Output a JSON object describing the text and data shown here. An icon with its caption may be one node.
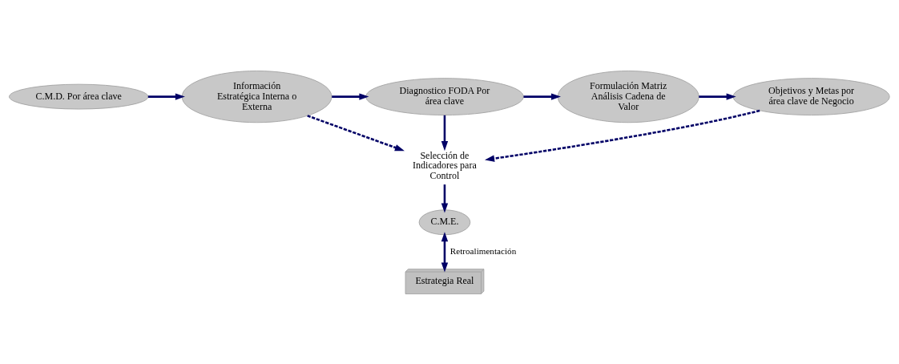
{
  "diagram": {
    "nodes": [
      {
        "text": [
          "C.M.D. Por área clave"
        ]
      },
      {
        "text": [
          "Información Estratégica Interna o Externa"
        ]
      },
      {
        "text": [
          "Diagnostico FODA Por área clave"
        ]
      },
      {
        "text": [
          "Formulación Matriz Análisis Cadena de Valor"
        ]
      },
      {
        "text": [
          "Objetivos y Metas por área clave de Negocio"
        ]
      },
      {
        "text": [
          "Selección de Indicadores para Control"
        ]
      },
      {
        "text": [
          "C.M.E."
        ]
      },
      {
        "text": [
          "Estrategia Real"
        ]
      }
    ],
    "edges": [
      {
        "from": 0,
        "to": 1,
        "arrow": "to"
      },
      {
        "from": 1,
        "to": 2,
        "arrow": "to"
      },
      {
        "from": 2,
        "to": 3,
        "arrow": "to"
      },
      {
        "from": 3,
        "to": 4,
        "arrow": "to"
      },
      {
        "from": 1,
        "to": 5,
        "arrow": "to",
        "style": "dashed"
      },
      {
        "from": 2,
        "to": 5,
        "arrow": "to"
      },
      {
        "from": 4,
        "to": 5,
        "arrow": "to",
        "style": "dashed"
      },
      {
        "from": 5,
        "to": 6,
        "arrow": "to"
      },
      {
        "from": 6,
        "to": 7,
        "arrow": "both",
        "label": "Retroalimentación"
      }
    ]
  }
}
